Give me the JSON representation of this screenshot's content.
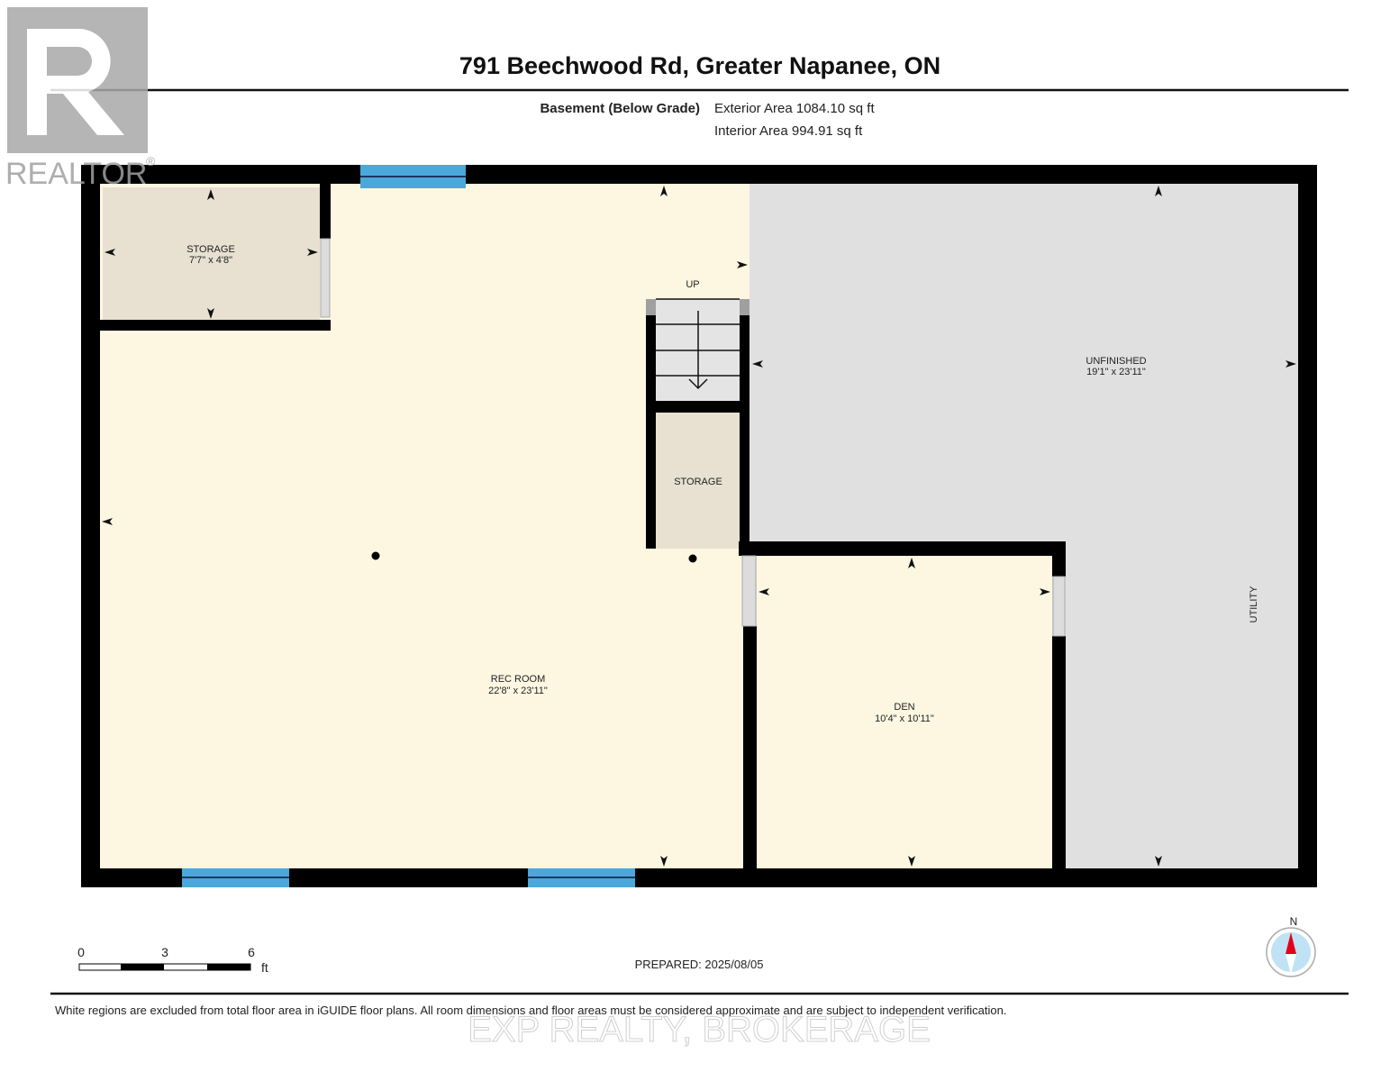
{
  "header": {
    "title": "791 Beechwood Rd, Greater Napanee, ON",
    "floor_label": "Basement (Below Grade)",
    "exterior_area": "Exterior Area 1084.10 sq ft",
    "interior_area": "Interior Area 994.91 sq ft"
  },
  "logo": {
    "text": "REALTOR",
    "mark": "®"
  },
  "rooms": {
    "storage_top": {
      "name": "STORAGE",
      "dims": "7'7\" x 4'8\""
    },
    "stairs": {
      "label": "UP"
    },
    "storage_small": {
      "name": "STORAGE"
    },
    "unfinished": {
      "name": "UNFINISHED",
      "dims": "19'1\" x 23'11\""
    },
    "utility": {
      "name": "UTILITY"
    },
    "rec_room": {
      "name": "REC ROOM",
      "dims": "22'8\" x 23'11\""
    },
    "den": {
      "name": "DEN",
      "dims": "10'4\" x 10'11\""
    }
  },
  "colors": {
    "finished": "#fdf7e2",
    "storage": "#e8e0d1",
    "unfinished": "#e0e0e1",
    "wall": "#000000",
    "window": "#4aa8dc",
    "compass_needle": "#e3001b"
  },
  "scale": {
    "ticks": [
      "0",
      "3",
      "6"
    ],
    "unit": "ft"
  },
  "prepared": "PREPARED: 2025/08/05",
  "compass": {
    "label": "N"
  },
  "footer": {
    "disclaimer": "White regions are excluded from total floor area in iGUIDE floor plans. All room dimensions and floor areas must be considered approximate and are subject to independent verification.",
    "watermark": "EXP REALTY, BROKERAGE"
  }
}
